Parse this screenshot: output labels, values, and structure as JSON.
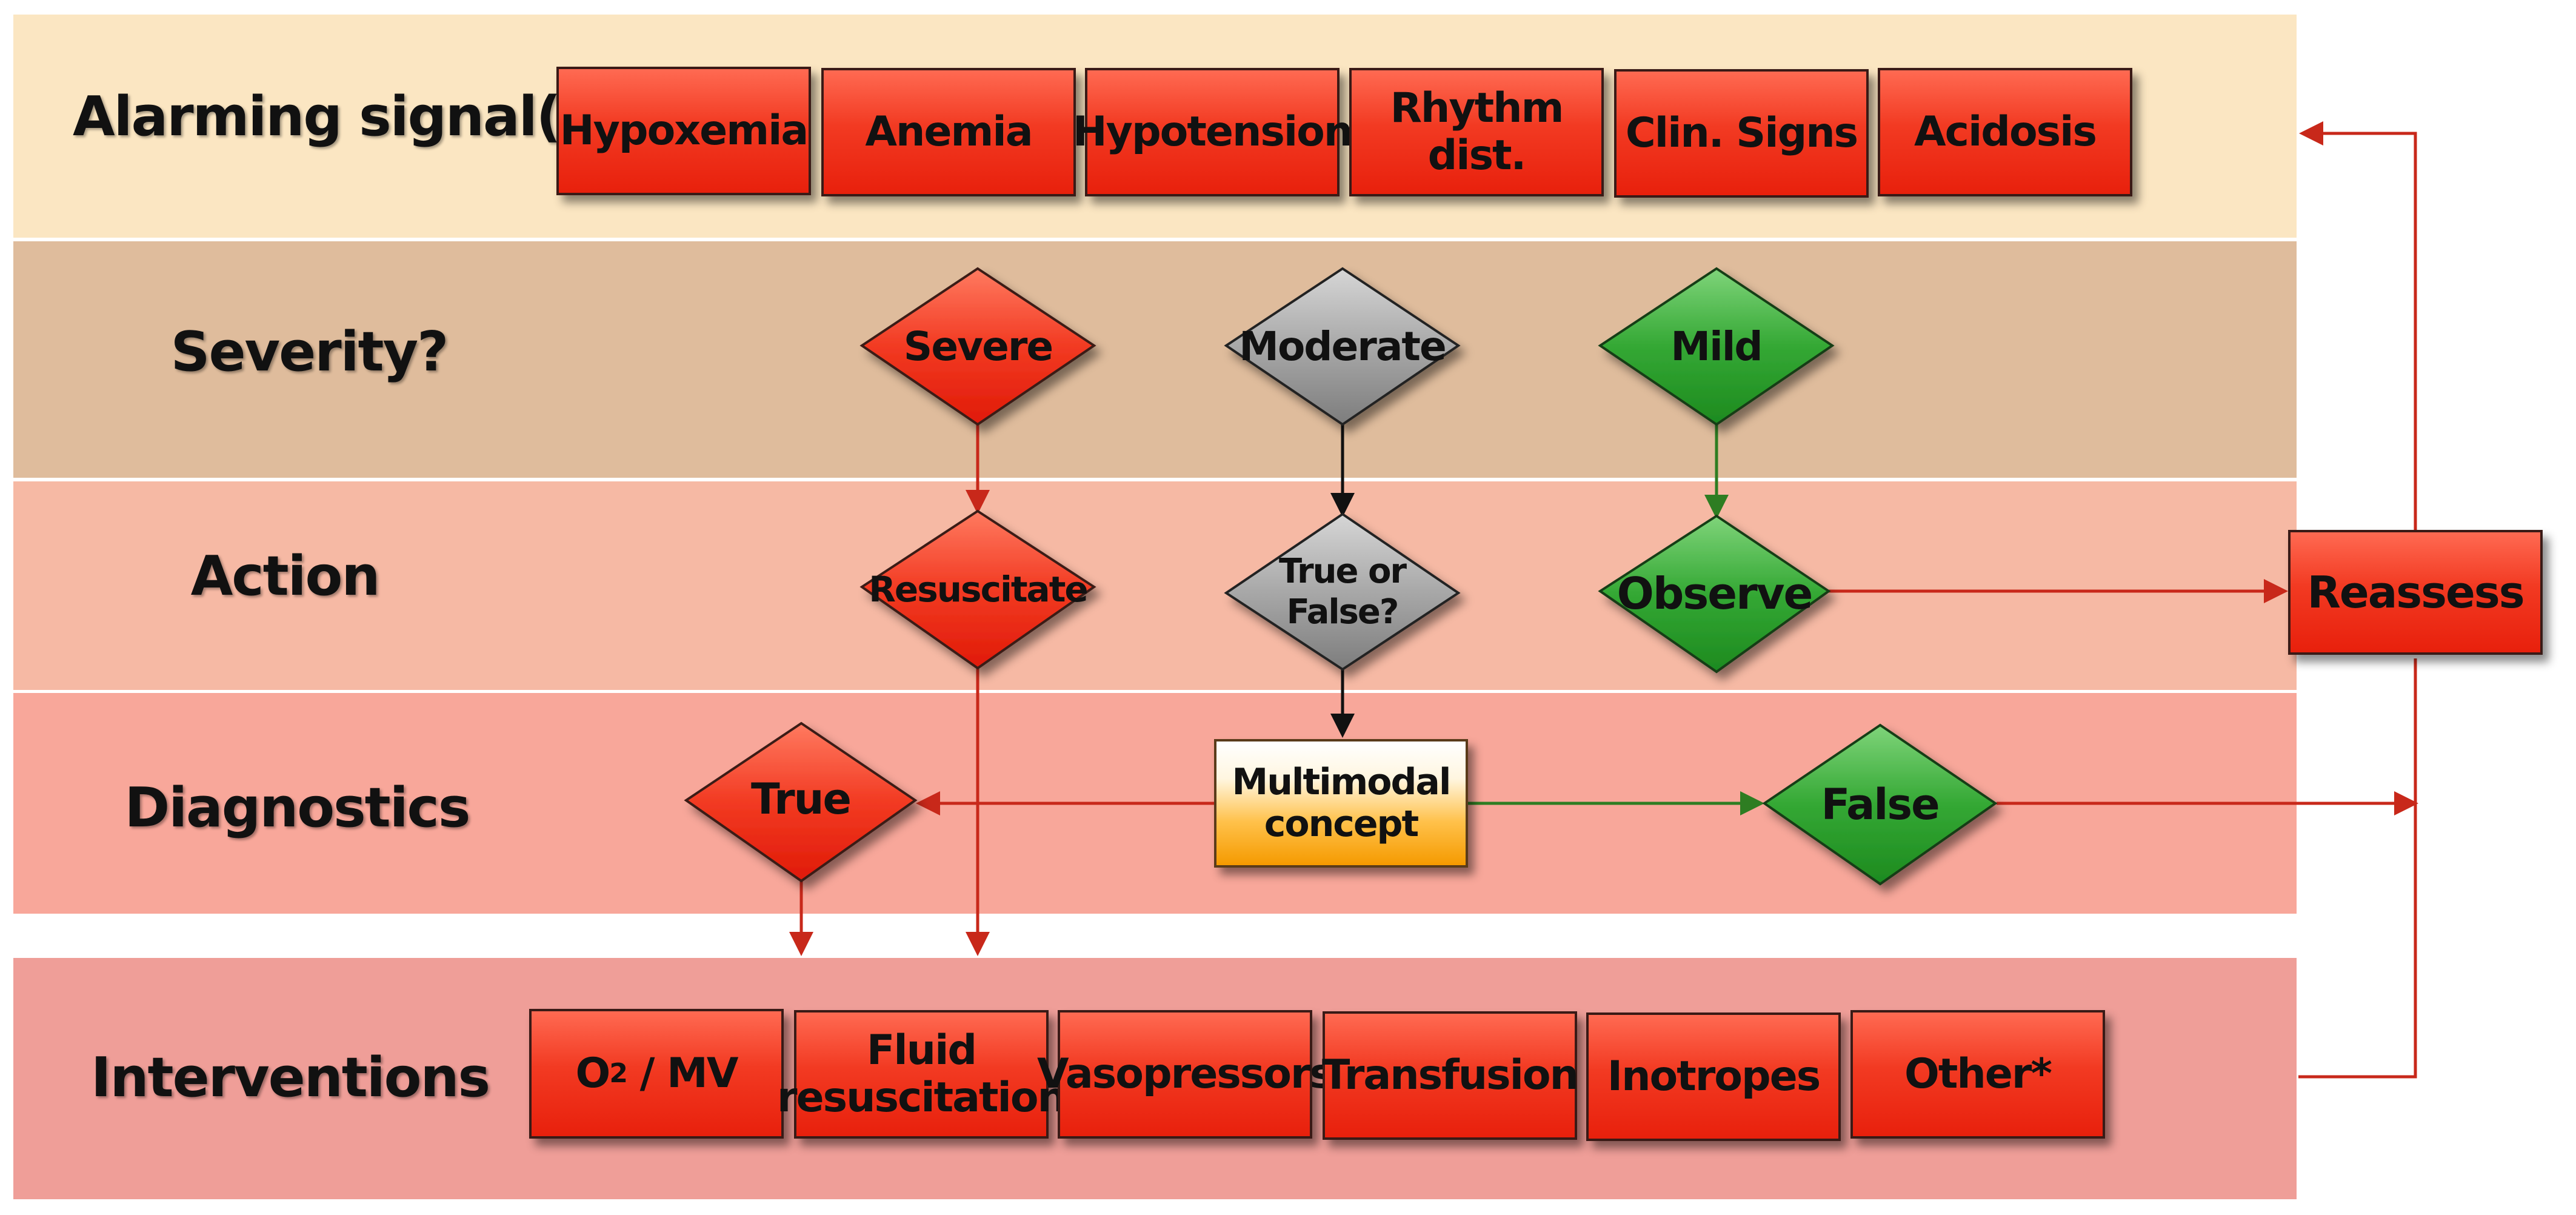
{
  "rows": {
    "alarming": "Alarming signal(s)",
    "severity": "Severity?",
    "action": "Action",
    "diagnostics": "Diagnostics",
    "interventions": "Interventions"
  },
  "signals": [
    "Hypoxemia",
    "Anemia",
    "Hypotension",
    "Rhythm dist.",
    "Clin. Signs",
    "Acidosis"
  ],
  "severity": {
    "severe": "Severe",
    "moderate": "Moderate",
    "mild": "Mild"
  },
  "action": {
    "resuscitate": "Resuscitate",
    "true_or_false_line1": "True or",
    "true_or_false_line2": "False?",
    "observe": "Observe"
  },
  "diagnostics": {
    "true": "True",
    "multimodal_line1": "Multimodal",
    "multimodal_line2": "concept",
    "false": "False"
  },
  "reassess": "Reassess",
  "interventions": {
    "o2_mv": "O",
    "o2_sub": "2",
    "o2_rest": " / MV",
    "fluid_line1": "Fluid",
    "fluid_line2": "resuscitation",
    "vasopressors": "Vasopressors",
    "transfusion": "Transfusion",
    "inotropes": "Inotropes",
    "other": "Other*"
  },
  "colors": {
    "band_alarming": "#fbe6c2",
    "band_severity": "#dfbc9c",
    "band_action": "#f6b9a4",
    "band_diagnostics": "#f8a79a",
    "band_interventions": "#ef9e98",
    "red_arrow": "#c8281a",
    "green_arrow": "#2e7d22",
    "black_arrow": "#111111"
  }
}
